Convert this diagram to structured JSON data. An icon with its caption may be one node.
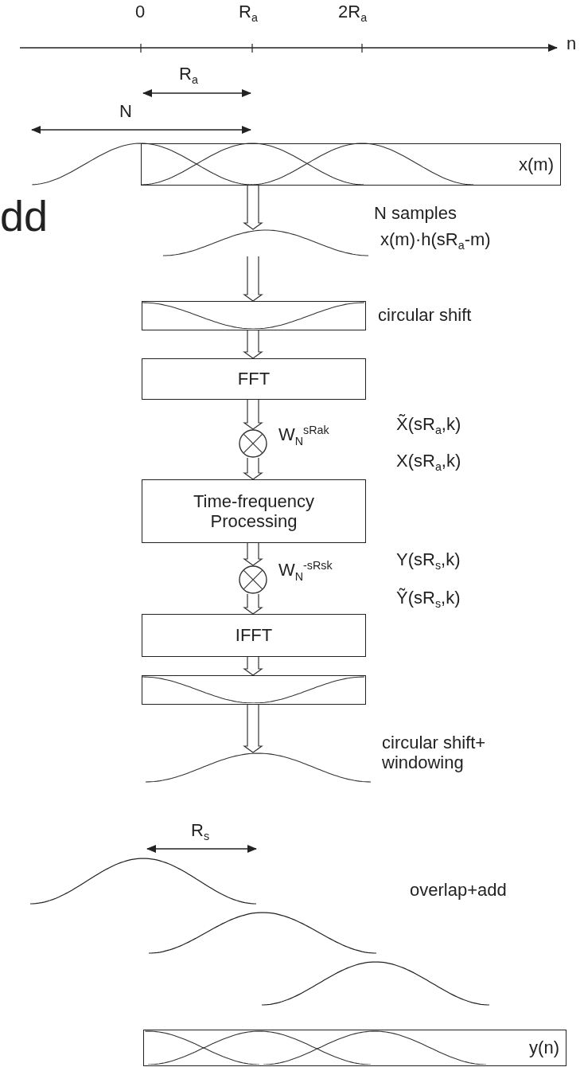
{
  "diagram": {
    "nodes": [
      {
        "text": [
          "x(m)"
        ]
      },
      {
        "text": [],
        "shape": "picture",
        "beside": [
          "x(m)·h(sR$_{a}$-m)"
        ]
      },
      {
        "text": [],
        "shape": "box",
        "beside": [
          "circular shift"
        ]
      },
      {
        "text": [
          "FFT"
        ]
      },
      {
        "text": [],
        "shape": "circle",
        "beside": [
          "W$_{N}$$^{sRak}$"
        ]
      },
      {
        "text": [
          "Time-frequency Processing"
        ]
      },
      {
        "text": [],
        "shape": "circle",
        "beside": [
          "W$_{N}$$^{-sRsk}$"
        ]
      },
      {
        "text": [
          "IFFT"
        ]
      },
      {
        "text": [],
        "shape": "box"
      },
      {
        "text": [],
        "shape": "picture",
        "beside": [
          "circular shift+ windowing"
        ]
      },
      {
        "text": [
          "y(n)"
        ]
      }
    ],
    "edges": [
      {
        "from": 0,
        "to": 1,
        "arrow": "to"
      },
      {
        "from": 1,
        "to": 2,
        "arrow": "to"
      },
      {
        "from": 2,
        "to": 3,
        "arrow": "to"
      },
      {
        "from": 3,
        "to": 4,
        "arrow": "to"
      },
      {
        "from": 4,
        "to": 5,
        "arrow": "to"
      },
      {
        "from": 5,
        "to": 6,
        "arrow": "to"
      },
      {
        "from": 6,
        "to": 7,
        "arrow": "to"
      },
      {
        "from": 7,
        "to": 8,
        "arrow": "to"
      },
      {
        "from": 8,
        "to": 9,
        "arrow": "to"
      }
    ],
    "labels": [
      "0",
      "R$_{a}$",
      "2R$_{a}$",
      "n",
      "R$_{a}$",
      "N",
      "dd",
      "N samples",
      "X̃(sR$_{a}$,k)",
      "X(sR$_{a}$,k)",
      "Y(sR$_{s}$,k)",
      "Ỹ(sR$_{s}$,k)",
      "R$_{s}$",
      "overlap+add"
    ]
  }
}
